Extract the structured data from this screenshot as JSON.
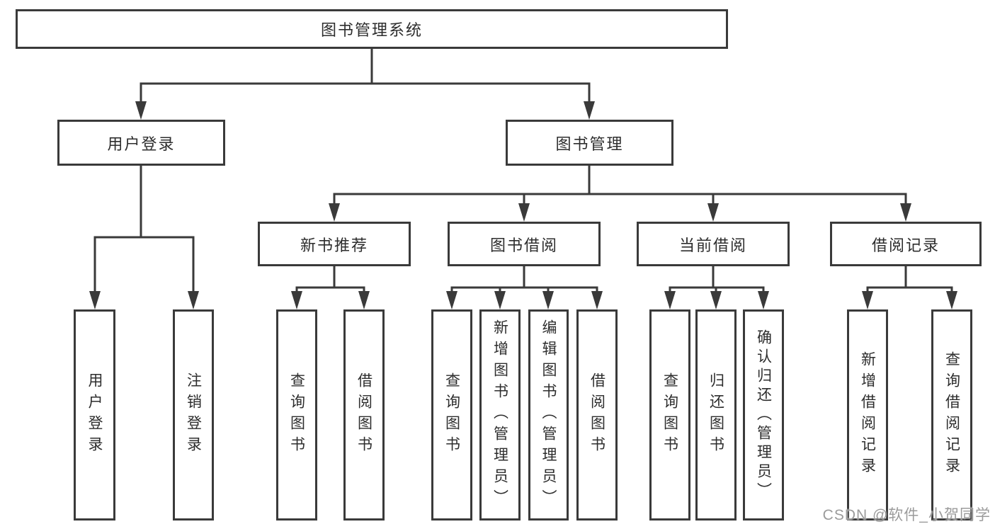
{
  "nodes": {
    "root": {
      "label": "图书管理系统"
    },
    "user_login": {
      "label": "用户登录"
    },
    "book_mgmt": {
      "label": "图书管理"
    },
    "new_books": {
      "label": "新书推荐"
    },
    "book_borrow": {
      "label": "图书借阅"
    },
    "current_borrow": {
      "label": "当前借阅"
    },
    "borrow_records": {
      "label": "借阅记录"
    }
  },
  "leaves": {
    "user_login_leaf": {
      "label": "用户登录"
    },
    "logout_leaf": {
      "label": "注销登录"
    },
    "nb_query_books": {
      "label": "查询图书"
    },
    "nb_borrow_books": {
      "label": "借阅图书"
    },
    "bb_query_books": {
      "label": "查询图书"
    },
    "bb_add_books": {
      "label": "新增图书（管理员）"
    },
    "bb_edit_books": {
      "label": "编辑图书（管理员）"
    },
    "bb_borrow_books": {
      "label": "借阅图书"
    },
    "cb_query_books": {
      "label": "查询图书"
    },
    "cb_return_books": {
      "label": "归还图书"
    },
    "cb_confirm_return": {
      "label": "确认归还（管理员）"
    },
    "br_add_record": {
      "label": "新增借阅记录"
    },
    "br_query_record": {
      "label": "查询借阅记录"
    }
  },
  "watermark": {
    "text": "CSDN @软件_小贺同学"
  },
  "colors": {
    "line": "#3a3a3a",
    "text": "#2d2d2d",
    "watermark": "#9b9b9b",
    "background": "#ffffff",
    "node_fill": "#ffffff"
  }
}
